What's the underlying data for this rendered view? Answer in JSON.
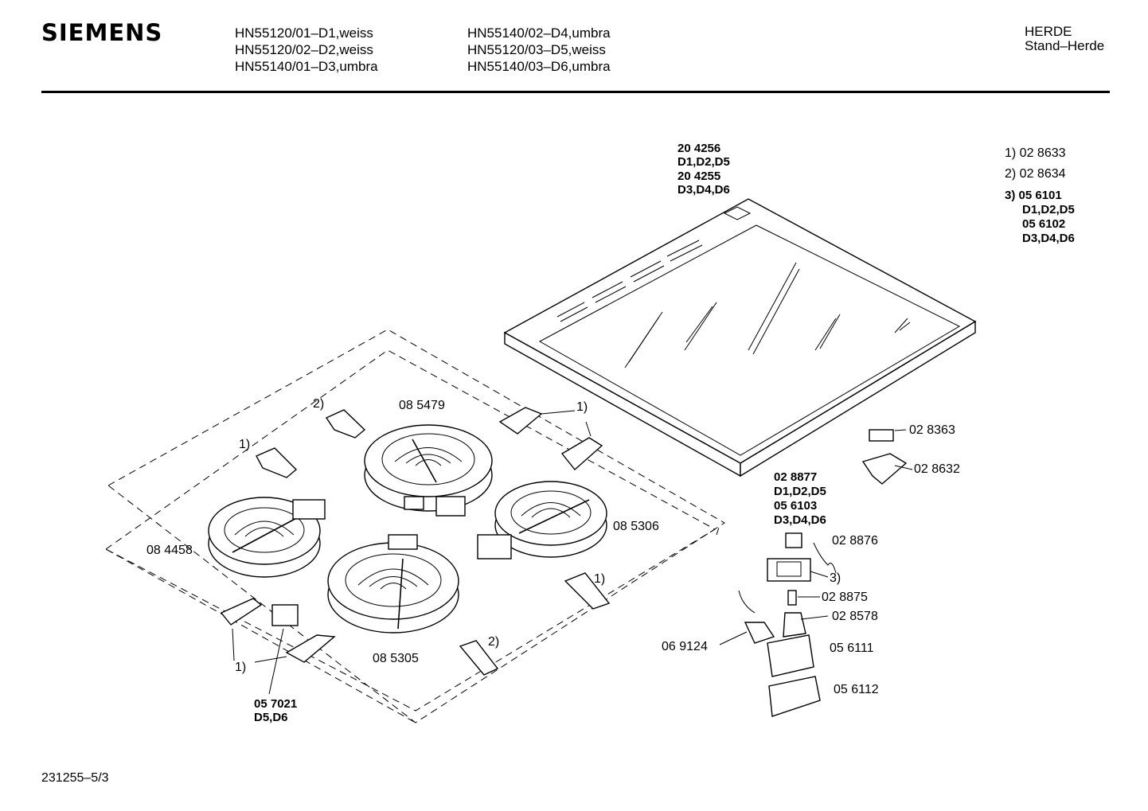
{
  "header": {
    "brand": "SIEMENS",
    "models_col1": [
      "HN55120/01–D1,weiss",
      "HN55120/02–D2,weiss",
      "HN55140/01–D3,umbra"
    ],
    "models_col2": [
      "HN55140/02–D4,umbra",
      "HN55120/03–D5,weiss",
      "HN55140/03–D6,umbra"
    ],
    "category_line1": "HERDE",
    "category_line2": "Stand–Herde"
  },
  "footnotes": {
    "n1": "1) 02 8633",
    "n2": "2) 02 8634",
    "n3_code1": "3) 05 6101",
    "n3_var1": "D1,D2,D5",
    "n3_code2": "05 6102",
    "n3_var2": "D3,D4,D6"
  },
  "labels": {
    "glass_code1": "20 4256",
    "glass_var1": "D1,D2,D5",
    "glass_code2": "20 4255",
    "glass_var2": "D3,D4,D6",
    "burner_back": "08 5479",
    "burner_right": "08 5306",
    "burner_left": "08 4458",
    "burner_front": "08 5305",
    "ref1_a": "1)",
    "ref1_b": "1)",
    "ref1_c": "1)",
    "ref1_d": "1)",
    "ref2_a": "2)",
    "ref2_b": "2)",
    "ref3": "3)",
    "p028363": "02 8363",
    "p028632": "02 8632",
    "sw_code1": "02 8877",
    "sw_var1": "D1,D2,D5",
    "sw_code2": "05 6103",
    "sw_var2": "D3,D4,D6",
    "p028876": "02 8876",
    "p028875": "02 8875",
    "p028578": "02 8578",
    "p069124": "06 9124",
    "p056111": "05 6111",
    "p056112": "05 6112",
    "conn_code": "05 7021",
    "conn_var": "D5,D6"
  },
  "footer": {
    "doc_number": "231255–5/3"
  }
}
